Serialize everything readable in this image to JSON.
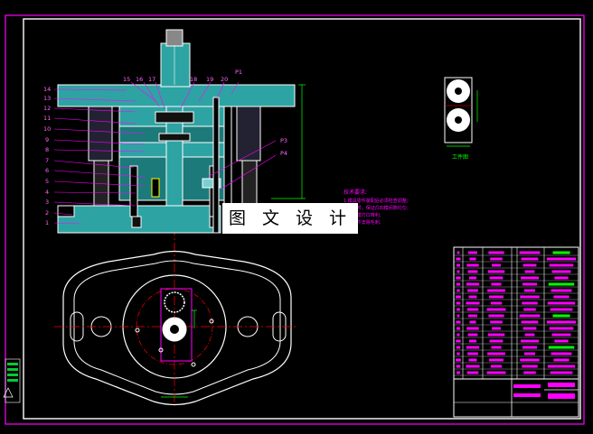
{
  "watermark": {
    "text": "图 文 设 计"
  },
  "main_view": {
    "callouts_left": [
      "14",
      "13",
      "12",
      "11",
      "10",
      "9",
      "8",
      "7",
      "6",
      "5",
      "4",
      "3",
      "2",
      "1"
    ],
    "callouts_top": [
      "15",
      "16",
      "17",
      "18",
      "19",
      "20",
      "P1"
    ],
    "callouts_right": [
      "P3",
      "P4"
    ]
  },
  "tech_notes": {
    "heading": "技术要求:",
    "lines": [
      "1.模具零件装配后必须检查调整;",
      "2.冲裁时，保证凸凹模间隙均匀;",
      "3.凸凹模刃口锋利;",
      "4.冲裁件去除毛刺."
    ]
  },
  "part_view": {
    "caption": "工件图"
  },
  "colors": {
    "frame": "#ffffff",
    "outline": "#ff00ff",
    "section": "#33cccc",
    "dimension": "#00ff00",
    "centerline": "#ff0000",
    "background": "#000000"
  }
}
